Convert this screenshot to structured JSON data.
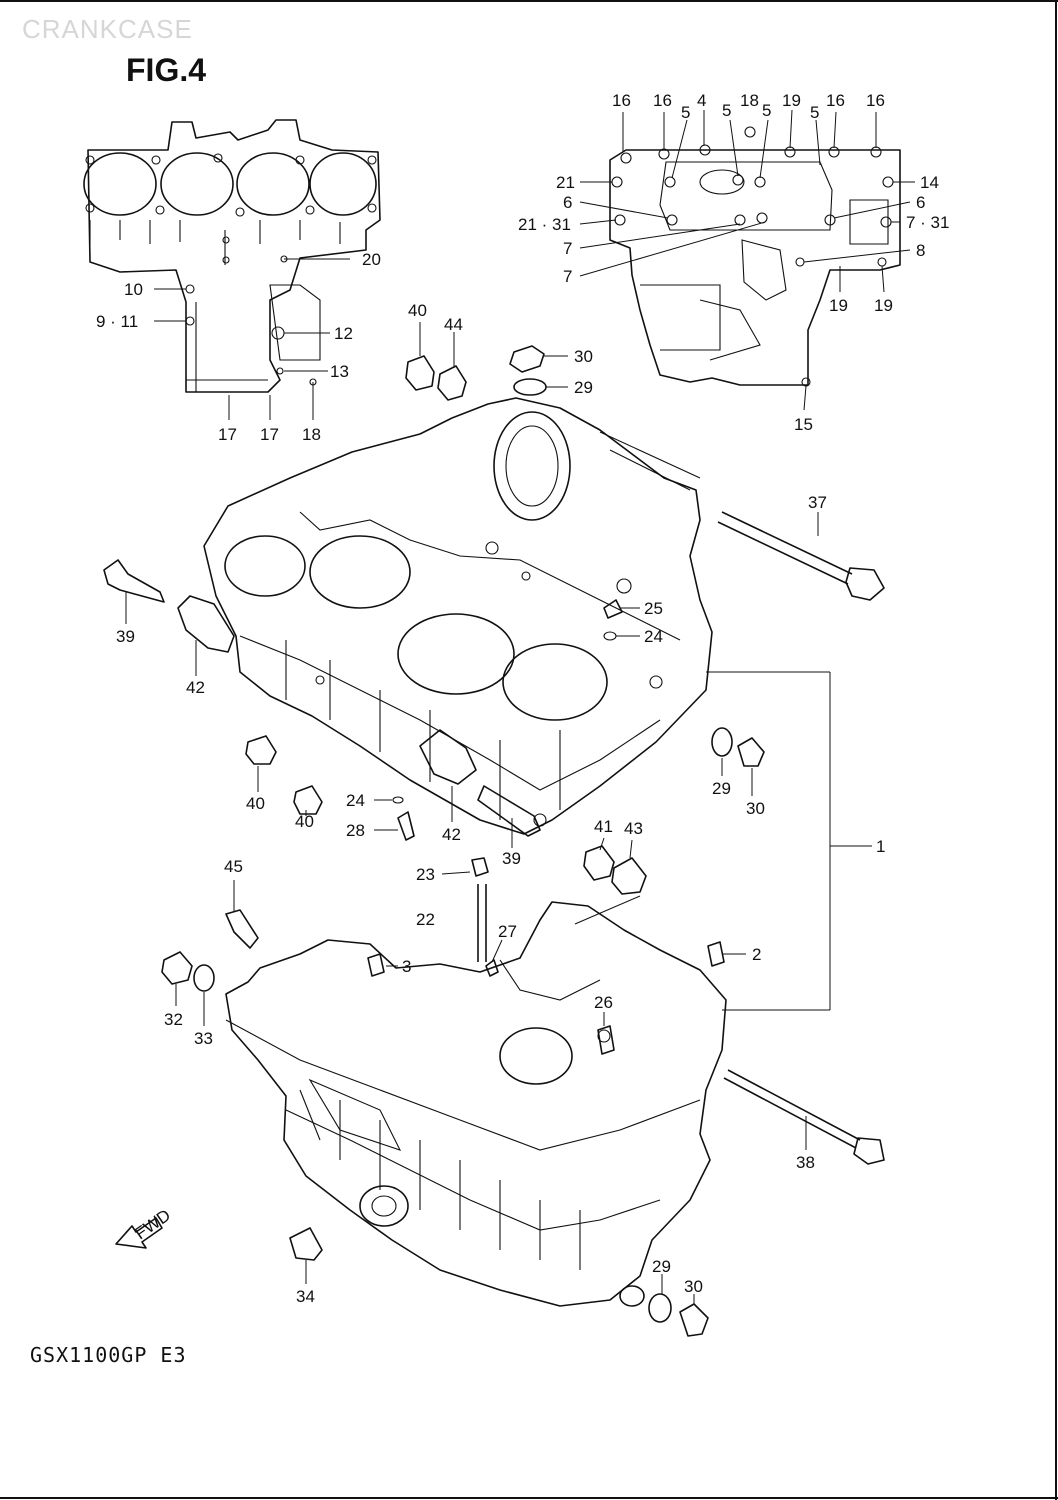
{
  "header": {
    "faint_title": "CRANKCASE",
    "figure_title": "FIG.4"
  },
  "footer": {
    "model_code": "GSX1100GP  E3"
  },
  "direction_marker": {
    "label": "FWD",
    "icon": "forward-arrow-icon"
  },
  "callouts": {
    "top_left": [
      "20",
      "10",
      "9 · 11",
      "12",
      "13",
      "17",
      "17",
      "18"
    ],
    "top_right": [
      "16",
      "16",
      "4",
      "5",
      "5",
      "18",
      "5",
      "19",
      "5",
      "16",
      "16",
      "21",
      "14",
      "6",
      "6",
      "21 · 31",
      "7 · 31",
      "7",
      "8",
      "7",
      "19",
      "19",
      "15"
    ],
    "middle": [
      "40",
      "44",
      "30",
      "29",
      "37",
      "39",
      "42",
      "25",
      "24",
      "40",
      "40",
      "29",
      "30",
      "24",
      "28",
      "42",
      "39",
      "41",
      "43",
      "1"
    ],
    "bottom": [
      "45",
      "23",
      "22",
      "27",
      "3",
      "2",
      "32",
      "33",
      "26",
      "38",
      "34",
      "29",
      "30"
    ]
  }
}
